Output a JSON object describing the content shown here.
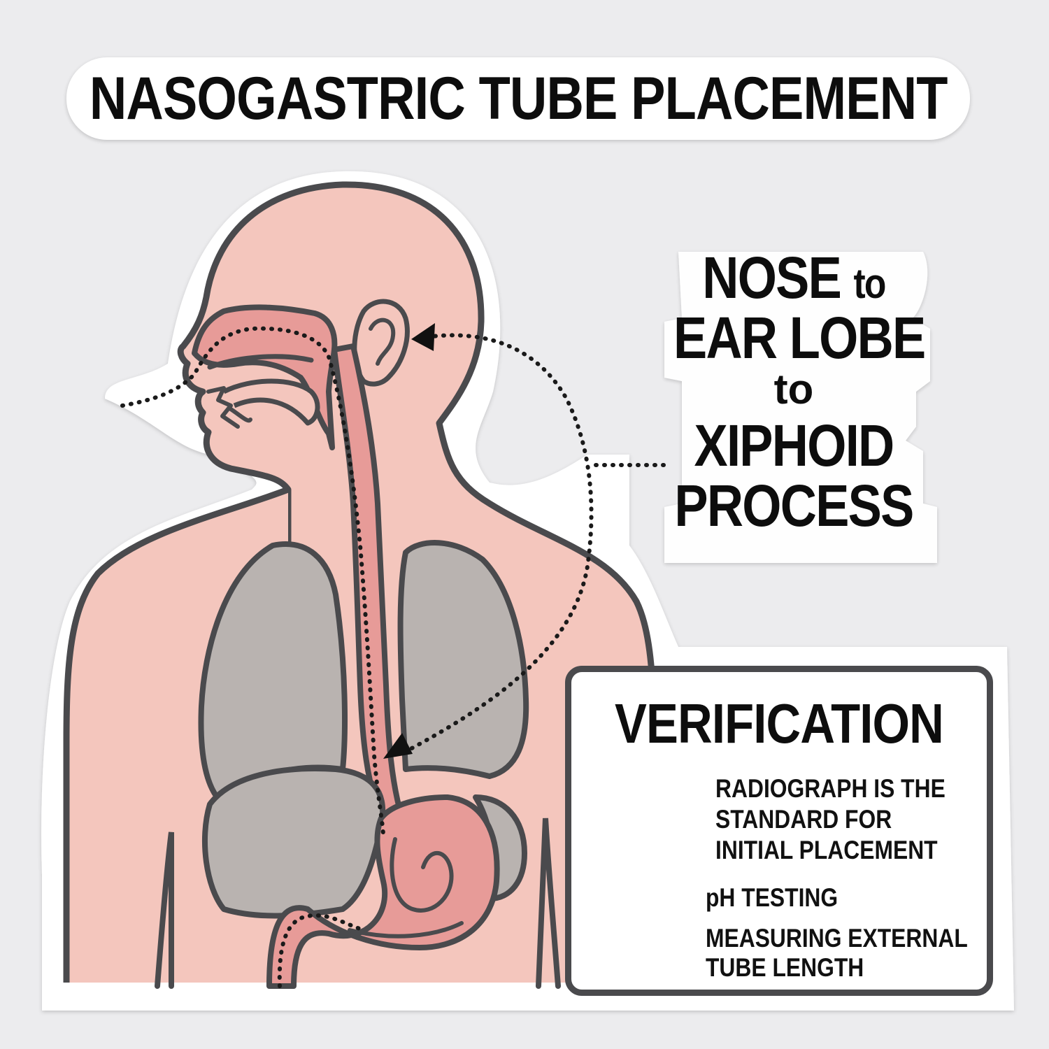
{
  "title": "NASOGASTRIC TUBE PLACEMENT",
  "measurement": {
    "line1_main": "NOSE",
    "line1_small": "to",
    "line2": "EAR LOBE",
    "line3": "to",
    "line4": "XIPHOID",
    "line5": "PROCESS"
  },
  "verification": {
    "title": "VERIFICATION",
    "primary": [
      "RADIOGRAPH IS THE",
      "STANDARD FOR",
      "INITIAL PLACEMENT"
    ],
    "secondary": [
      {
        "lines": [
          "pH TESTING"
        ]
      },
      {
        "lines": [
          "MEASURING EXTERNAL",
          "TUBE LENGTH"
        ]
      }
    ]
  },
  "colors": {
    "skin": "#f4c6bd",
    "airway": "#e79b98",
    "lungs": "#b9b3b0",
    "outline": "#4a4a4d",
    "text": "#0d0d0d"
  }
}
